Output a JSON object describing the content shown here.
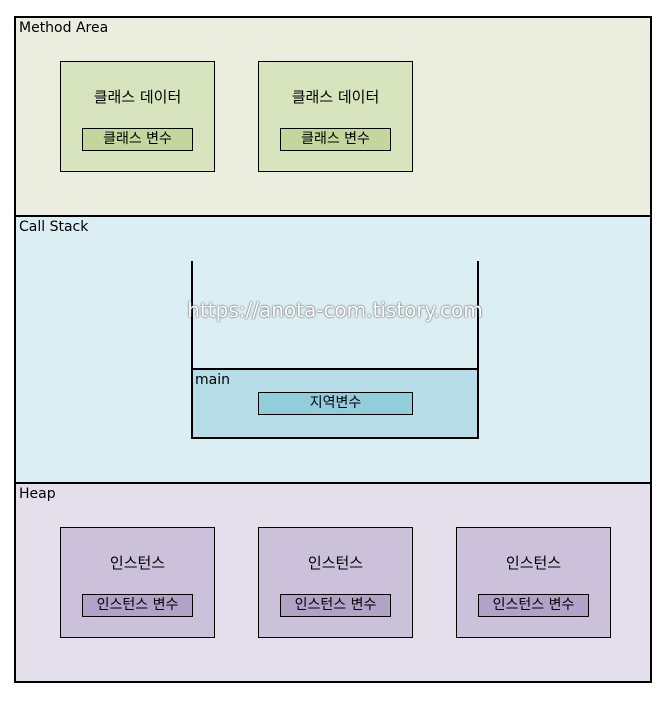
{
  "method_area": {
    "label": "Method Area",
    "boxes": [
      {
        "title": "클래스 데이터",
        "var": "클래스 변수"
      },
      {
        "title": "클래스 데이터",
        "var": "클래스 변수"
      }
    ]
  },
  "call_stack": {
    "label": "Call Stack",
    "frame": {
      "label": "main",
      "var": "지역변수"
    }
  },
  "heap": {
    "label": "Heap",
    "boxes": [
      {
        "title": "인스턴스",
        "var": "인스턴스 변수"
      },
      {
        "title": "인스턴스",
        "var": "인스턴스 변수"
      },
      {
        "title": "인스턴스",
        "var": "인스턴스 변수"
      }
    ]
  },
  "watermark": "https://anota-com.tistory.com",
  "colors": {
    "method_area_bg": "#ebeddf",
    "class_box_bg": "#d7e4bd",
    "call_stack_bg": "#dbeef3",
    "frame_bg": "#b7dde8",
    "heap_bg": "#e5dfec",
    "instance_box_bg": "#ccc1da"
  }
}
